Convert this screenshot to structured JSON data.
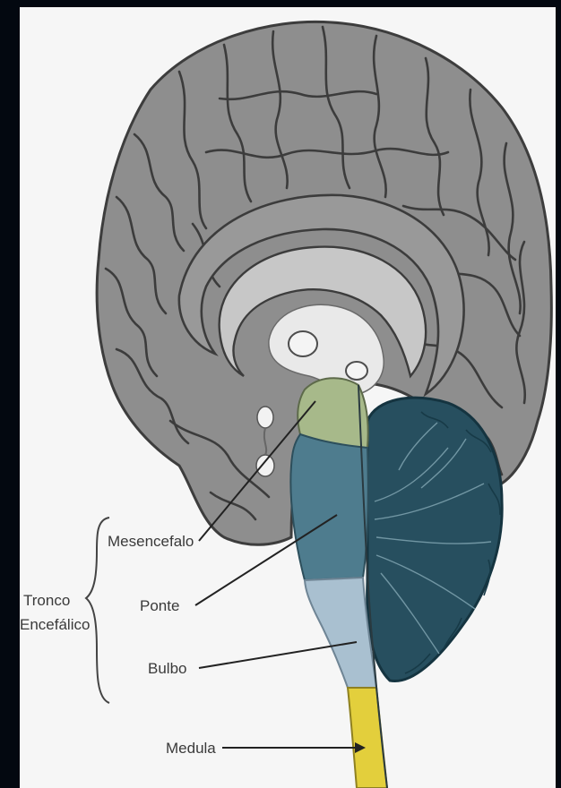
{
  "diagram": {
    "group_label_line1": "Tronco",
    "group_label_line2": "Encefálico",
    "labels": {
      "mesencefalo": "Mesencefalo",
      "ponte": "Ponte",
      "bulbo": "Bulbo",
      "medula": "Medula"
    }
  },
  "colors": {
    "frame": "#030810",
    "panel": "#f6f6f6",
    "cerebrum": "#8e8e8e",
    "cerebrum_dark": "#4a4a4a",
    "corpus_callosum": "#c9c9c9",
    "ventricle": "#e8e8e8",
    "cerebellum": "#274f5f",
    "mesencefalo": "#a7b98a",
    "ponte": "#4e7c8e",
    "bulbo": "#a9c0d0",
    "medula": "#e3cf3c"
  },
  "icons": [
    "brain-illustration"
  ]
}
